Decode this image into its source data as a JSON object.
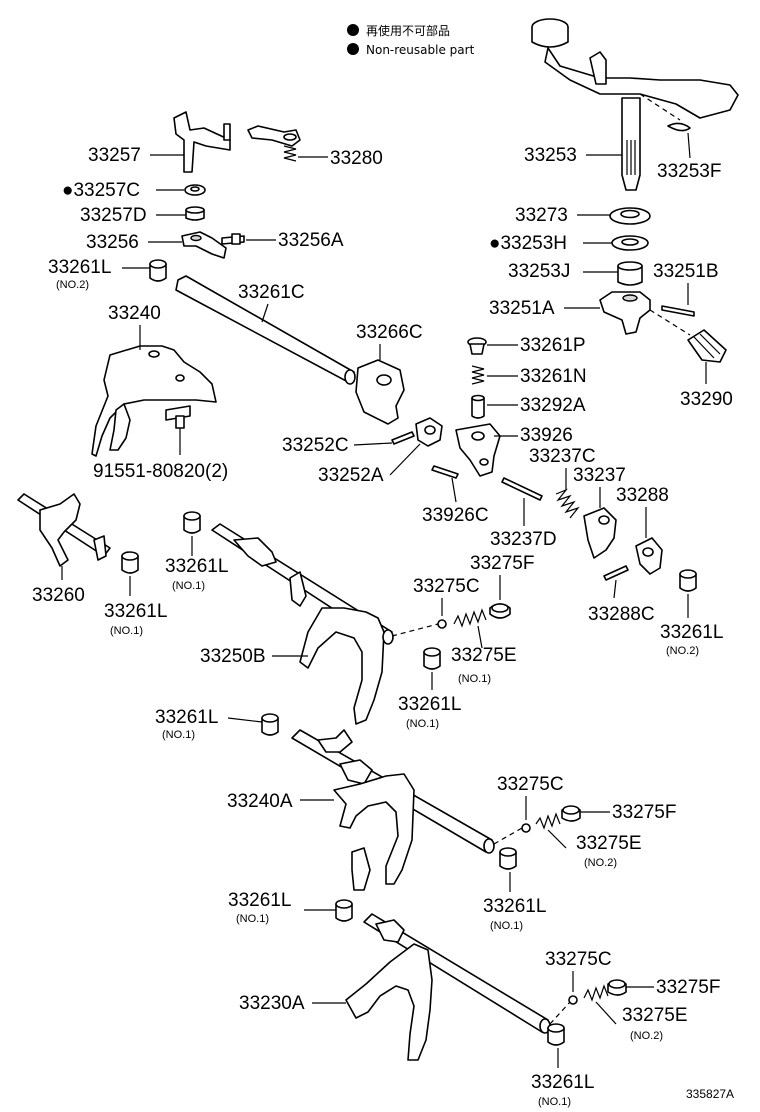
{
  "legend": {
    "items": [
      {
        "symbol": "●",
        "text": "再使用不可部品"
      },
      {
        "symbol": "●",
        "text": "Non-reusable part"
      }
    ]
  },
  "reference": "335827A",
  "labels": {
    "l33257": "33257",
    "l33280": "33280",
    "l33257C": "●33257C",
    "l33257D": "33257D",
    "l33256": "33256",
    "l33256A": "33256A",
    "l33261L_top": "33261L",
    "l33261L_top_sub": "(NO.2)",
    "l33240": "33240",
    "l33261C": "33261C",
    "l33266C": "33266C",
    "l91551": "91551-80820(2)",
    "l33252C": "33252C",
    "l33252A": "33252A",
    "l33253": "33253",
    "l33253F": "33253F",
    "l33273": "33273",
    "l33253H": "●33253H",
    "l33253J": "33253J",
    "l33251B": "33251B",
    "l33251A": "33251A",
    "l33261P": "33261P",
    "l33261N": "33261N",
    "l33292A": "33292A",
    "l33290": "33290",
    "l33926": "33926",
    "l33237C": "33237C",
    "l33237": "33237",
    "l33288": "33288",
    "l33926C": "33926C",
    "l33237D": "33237D",
    "l33260": "33260",
    "l33261L_a": "33261L",
    "l33261L_a_sub": "(NO.1)",
    "l33261L_b": "33261L",
    "l33261L_b_sub": "(NO.1)",
    "l33275C_a": "33275C",
    "l33275F_a": "33275F",
    "l33288C": "33288C",
    "l33261L_c": "33261L",
    "l33261L_c_sub": "(NO.2)",
    "l33250B": "33250B",
    "l33275E_a": "33275E",
    "l33275E_a_sub": "(NO.1)",
    "l33261L_d": "33261L",
    "l33261L_d_sub": "(NO.1)",
    "l33261L_e": "33261L",
    "l33261L_e_sub": "(NO.1)",
    "l33275C_b": "33275C",
    "l33240A": "33240A",
    "l33275F_b": "33275F",
    "l33275E_b": "33275E",
    "l33275E_b_sub": "(NO.2)",
    "l33261L_f": "33261L",
    "l33261L_f_sub": "(NO.1)",
    "l33261L_g": "33261L",
    "l33261L_g_sub": "(NO.1)",
    "l33275C_c": "33275C",
    "l33275F_c": "33275F",
    "l33230A": "33230A",
    "l33275E_c": "33275E",
    "l33275E_c_sub": "(NO.2)",
    "l33261L_h": "33261L",
    "l33261L_h_sub": "(NO.1)"
  }
}
